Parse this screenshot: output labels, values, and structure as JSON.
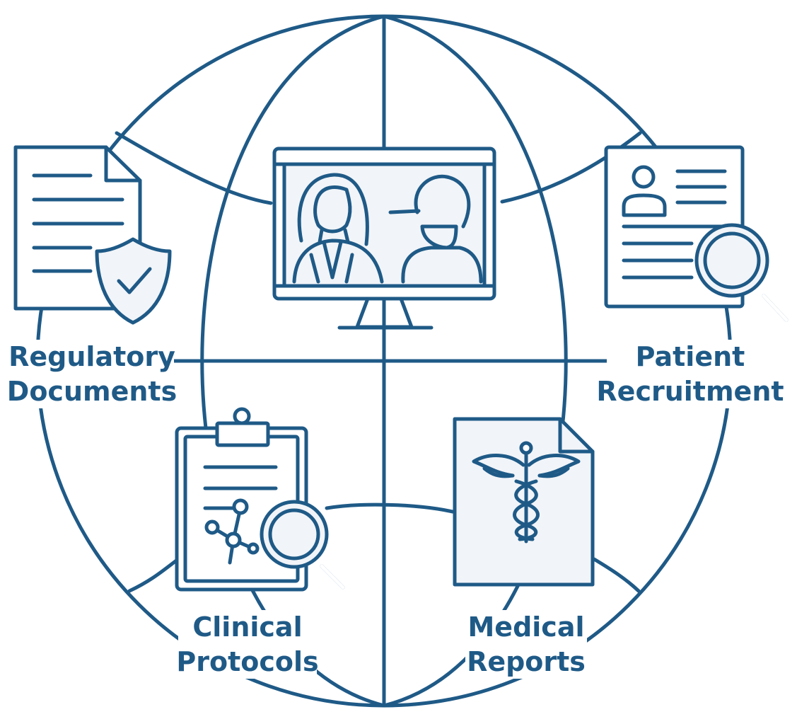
{
  "colors": {
    "ink": "#1f5a87",
    "paper": "#f1f4f8",
    "background": "#ffffff"
  },
  "labels": {
    "regulatory": {
      "line1": "Regulatory",
      "line2": "Documents"
    },
    "patient": {
      "line1": "Patient",
      "line2": "Recruitment"
    },
    "clinical": {
      "line1": "Clinical",
      "line2": "Protocols"
    },
    "medical": {
      "line1": "Medical",
      "line2": "Reports"
    }
  },
  "icons": {
    "center": "video-consultation-monitor-icon",
    "regulatory": "document-shield-check-icon",
    "patient": "profile-document-magnifier-icon",
    "clinical": "clipboard-molecule-magnifier-icon",
    "medical": "caduceus-document-icon"
  }
}
